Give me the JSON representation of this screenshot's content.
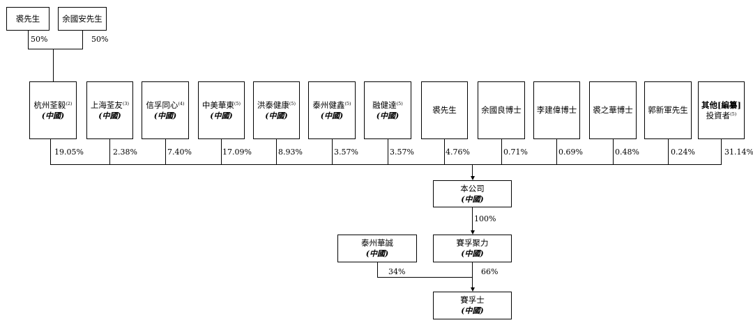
{
  "top_owners": [
    {
      "name": "裘先生",
      "pct": "50%"
    },
    {
      "name": "余國安先生",
      "pct": "50%"
    }
  ],
  "shareholders": [
    {
      "name": "杭州荃毅",
      "note": "(2)",
      "region": "(中國)",
      "pct": "19.05%"
    },
    {
      "name": "上海荃友",
      "note": "(3)",
      "region": "(中國)",
      "pct": "2.38%"
    },
    {
      "name": "信孚同心",
      "note": "(4)",
      "region": "(中國)",
      "pct": "7.40%"
    },
    {
      "name": "中美華東",
      "note": "(5)",
      "region": "(中國)",
      "pct": "17.09%"
    },
    {
      "name": "洪泰健康",
      "note": "(5)",
      "region": "(中國)",
      "pct": "8.93%"
    },
    {
      "name": "泰州健鑫",
      "note": "(5)",
      "region": "(中國)",
      "pct": "3.57%"
    },
    {
      "name": "融健達",
      "note": "(5)",
      "region": "(中國)",
      "pct": "3.57%"
    },
    {
      "name": "裘先生",
      "pct": "4.76%"
    },
    {
      "name": "余國良博士",
      "pct": "0.71%"
    },
    {
      "name": "李建偉博士",
      "pct": "0.69%"
    },
    {
      "name": "裘之華博士",
      "pct": "0.48%"
    },
    {
      "name": "郭新軍先生",
      "pct": "0.24%"
    },
    {
      "name": "其他[編纂]",
      "name2": "投資者",
      "note": "(5)",
      "pct": "31.14%"
    }
  ],
  "company": {
    "name": "本公司",
    "region": "(中國)"
  },
  "company_to_sub_pct": "100%",
  "subsidiary": {
    "name": "賽孚聚力",
    "region": "(中國)",
    "pct": "66%"
  },
  "partner": {
    "name": "泰州華誠",
    "region": "(中國)",
    "pct": "34%"
  },
  "final": {
    "name": "賽孚士",
    "region": "(中國)"
  }
}
